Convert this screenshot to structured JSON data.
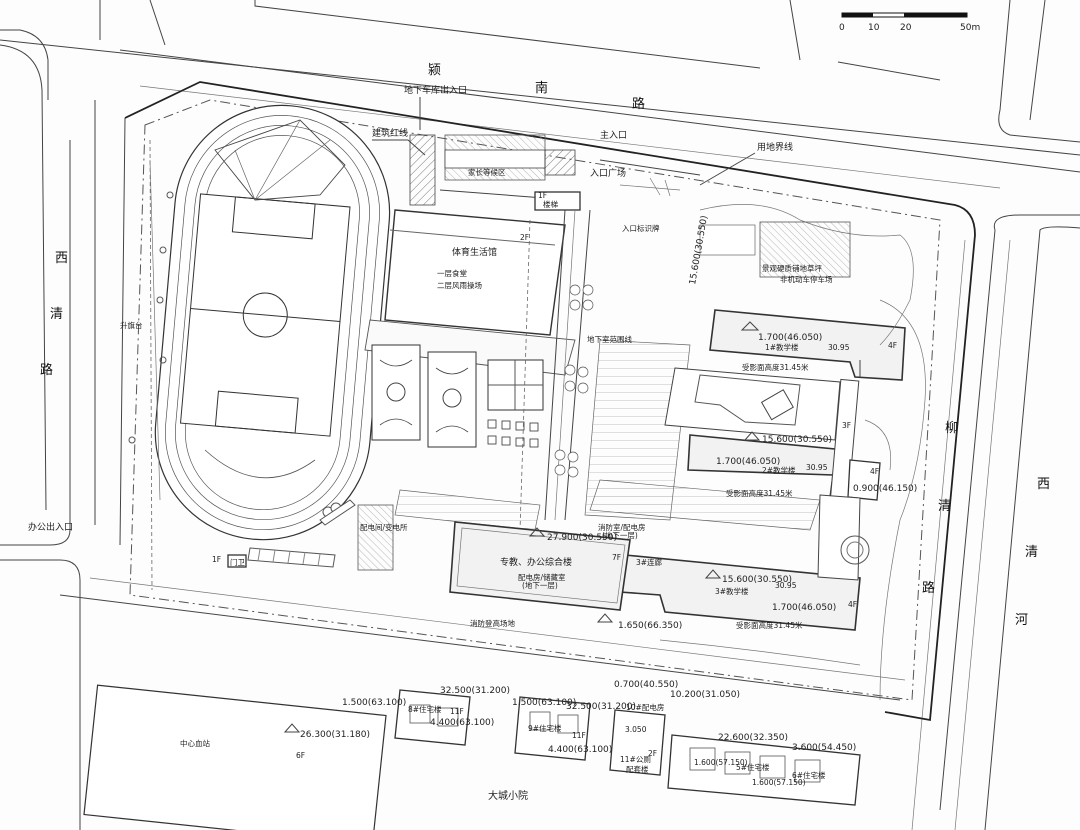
{
  "scale_bar": {
    "ticks": [
      "0",
      "10",
      "20",
      "50m"
    ]
  },
  "roads": {
    "north_chars": [
      "颍",
      "南",
      "路"
    ],
    "west_chars": [
      "西",
      "清",
      "路"
    ],
    "east_chars": [
      "柳",
      "清",
      "路"
    ],
    "river_chars": [
      "西",
      "清",
      "河"
    ]
  },
  "entrances": {
    "garage": "地下车库出入口",
    "main": "主入口",
    "office": "办公出入口",
    "plaza": "入口广场",
    "marker": "入口标识牌"
  },
  "lines": {
    "building_red_line": "建筑红线",
    "land_boundary": "用地界线",
    "underground_boundary": "地下室范围线"
  },
  "zones": {
    "waiting": "家长等候区",
    "flag": "升旗台",
    "gym": "体育生活馆",
    "gym_2f": "2F",
    "gym_floor1": "一层食堂",
    "gym_floor2": "二层风雨操场",
    "fire_ring": "消防登高场地",
    "lawn1": "景观硬质铺地草坪",
    "lawn2": "非机动车停车场"
  },
  "small_buildings": {
    "stair": "楼梯",
    "stair_1f": "1F",
    "gate_1f": "1F",
    "gate": "门卫",
    "note1": "配电间/变电所"
  },
  "teaching": {
    "b1_name": "1#教学楼",
    "b1_elev": "1.700(46.050)",
    "b1_shadow": "受影面高度31.45米",
    "b1_floor": "4F",
    "b1_tag": "30.95",
    "b2_name": "2#教学楼",
    "b2_elev": "1.700(46.050)",
    "b2_top": "15.600(30.550)",
    "b2_shadow": "受影面高度31.45米",
    "b2_floor": "4F",
    "b2_tag": "30.95",
    "b3_name": "3#教学楼",
    "b3_elev": "1.700(46.050)",
    "b3_top": "15.600(30.550)",
    "b3_shadow": "受影面高度31.45米",
    "b3_floor": "4F",
    "b3_tag": "30.95",
    "b3_link": "3#连廊",
    "b1_top": "15.600(30.550)",
    "link_elev": "0.900(46.150)",
    "link_floor": "3F"
  },
  "office_block": {
    "name": "专教、办公综合楼",
    "top": "27.900(30.550)",
    "floor": "7F",
    "elev": "1.650(66.350)",
    "note_top": "消防室/配电房",
    "note_top2": "(地下一层)",
    "note_bot": "配电房/储藏室",
    "note_bot2": "(地下一层)"
  },
  "outside": {
    "res1_name": "8#住宅楼",
    "res1_floor": "11F",
    "res1_left": "1.500(63.100)",
    "res1_top": "32.500(31.200)",
    "res1_right": "4.400(63.100)",
    "res2_name": "9#住宅楼",
    "res2_floor": "11F",
    "res2_left": "1.500(63.100)",
    "res2_top": "32.500(31.200)",
    "res2_right": "4.400(63.100)",
    "power": "10#配电房",
    "power_top": "0.700(40.550)",
    "power_right": "10.200(31.050)",
    "power_floor": "2F",
    "power_height": "3.050",
    "toilet": "11#公厕",
    "toilet2": "配套楼",
    "row_name": "5#住宅楼",
    "row_name2": "6#住宅楼",
    "row_top": "22.600(32.350)",
    "row_right": "3.600(54.450)",
    "row_low1": "1.600(57.150)",
    "row_low2": "1.600(57.150)",
    "center": "中心血站",
    "center_elev": "26.300(31.180)",
    "center_floor": "6F",
    "community": "大城小院"
  }
}
